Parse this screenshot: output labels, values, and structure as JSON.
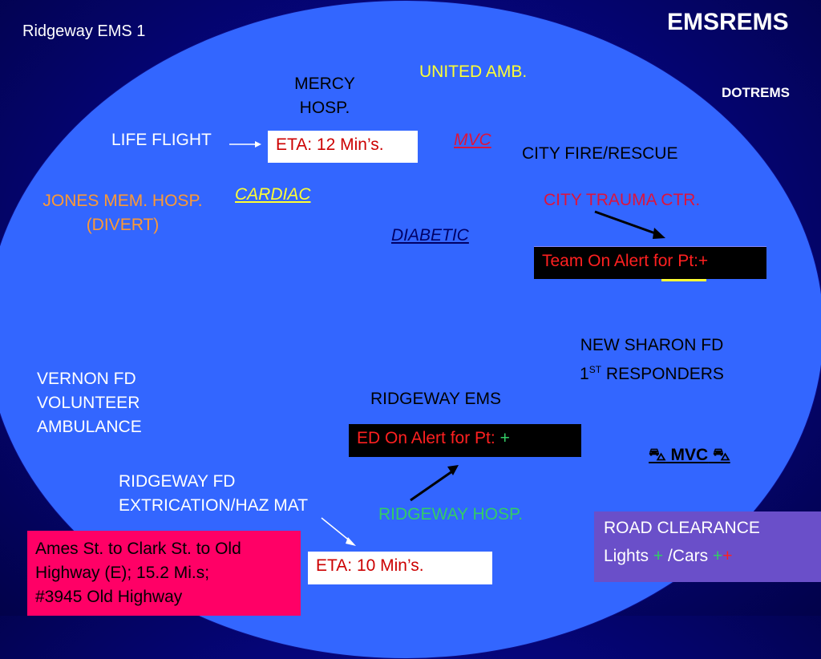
{
  "header": {
    "title": "EMSREMS",
    "subtitle": "DOTREMS",
    "slide_label": "Ridgeway EMS 1"
  },
  "units": {
    "mercy_hosp": [
      "MERCY",
      "HOSP."
    ],
    "united_amb": "UNITED AMB.",
    "life_flight": "LIFE FLIGHT",
    "eta_life_flight": "ETA: 12 Min’s.",
    "mvc": "MVC",
    "city_fire": "CITY FIRE/RESCUE",
    "jones_hosp": [
      "JONES MEM. HOSP.",
      "(DIVERT)"
    ],
    "cardiac": "CARDIAC",
    "city_trauma": "CITY TRAUMA CTR.",
    "diabetic": "DIABETIC",
    "team_alert": "Team On Alert for Pt:+",
    "new_sharon": {
      "line1": "NEW SHARON FD",
      "ordinal_num": "1",
      "ordinal_sup": "ST",
      "line2_rest": " RESPONDERS"
    },
    "vernon": [
      "VERNON FD",
      "VOLUNTEER",
      "AMBULANCE"
    ],
    "ridgeway_ems": "RIDGEWAY EMS",
    "ed_alert_text": "ED On Alert for Pt: ",
    "ed_alert_plus": "+",
    "mvc_badge": {
      "icon_left": "⛍",
      "label": "MVC",
      "icon_right": "⛍"
    },
    "ridgeway_fd": [
      "RIDGEWAY FD",
      "EXTRICATION/HAZ MAT"
    ],
    "ridgeway_hosp": "RIDGEWAY HOSP.",
    "route": [
      "Ames St. to Clark St. to Old",
      "Highway (E); 15.2 Mi.s;",
      "#3945 Old Highway"
    ],
    "eta_ridgeway": "ETA: 10 Min’s.",
    "road_clearance": {
      "title": "ROAD CLEARANCE",
      "lights_label": "Lights ",
      "lights_plus": "+",
      "cars_label": " /Cars ",
      "cars_plus1": "+",
      "cars_plus2": "+"
    }
  },
  "colors": {
    "background": "#050578",
    "oval": "#3366ff",
    "yellow": "#ffff33",
    "orange": "#ff9933",
    "crimson": "#dc143c",
    "green": "#33cc66",
    "route_box": "#ff0066",
    "road_box": "#6a4fc9"
  }
}
